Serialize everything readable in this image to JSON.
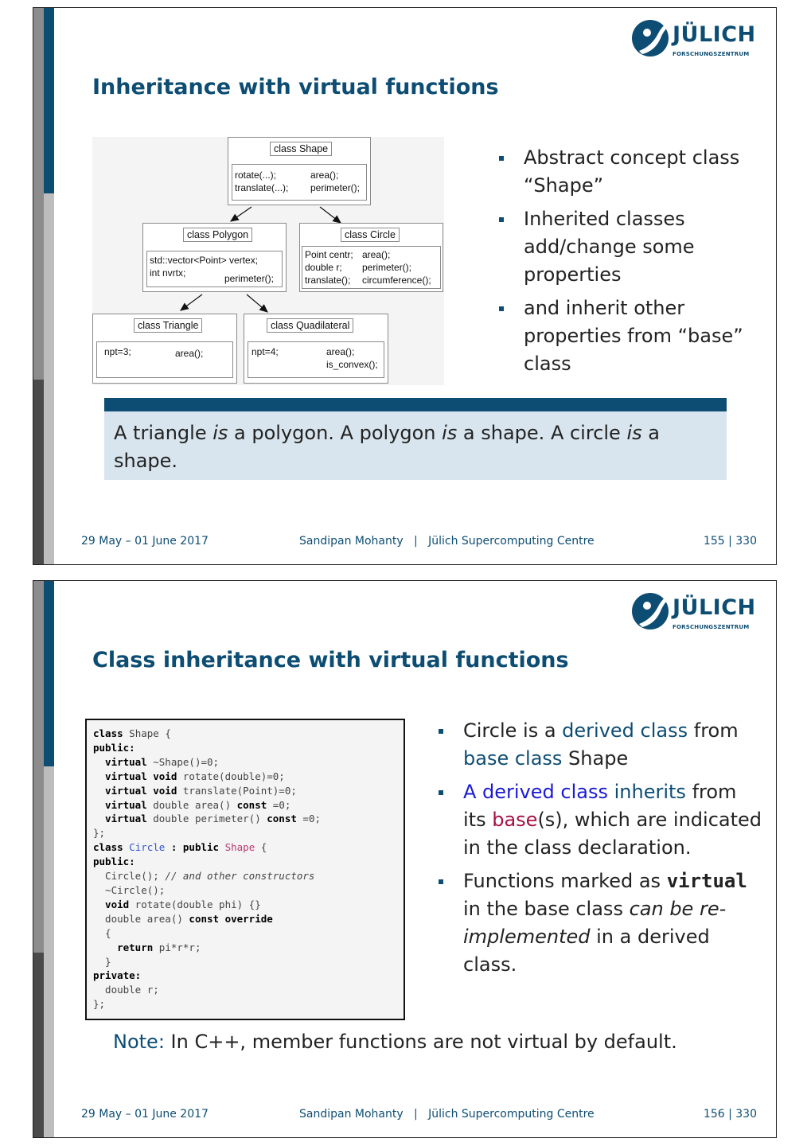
{
  "logo": {
    "word": "JÜLICH",
    "sub": "FORSCHUNGSZENTRUM"
  },
  "slide1": {
    "title": "Inheritance with virtual functions",
    "diagram": {
      "shape": {
        "name": "class Shape",
        "l1": "rotate(...);",
        "l2": "translate(...);",
        "r1": "area();",
        "r2": "perimeter();"
      },
      "polygon": {
        "name": "class Polygon",
        "l1": "std::vector<Point> vertex;",
        "l2": "int nvrtx;",
        "r1": "perimeter();"
      },
      "circle": {
        "name": "class Circle",
        "l1": "Point centr;",
        "l2": "double r;",
        "l3": "translate();",
        "r1": "area();",
        "r2": "perimeter();",
        "r3": "circumference();"
      },
      "triangle": {
        "name": "class Triangle",
        "l1": "npt=3;",
        "r1": "area();"
      },
      "quad": {
        "name": "class Quadilateral",
        "l1": "npt=4;",
        "r1": "area();",
        "r2": "is_convex();"
      }
    },
    "bullets": [
      "Abstract concept class “Shape”",
      "Inherited classes add/change some properties",
      "and inherit other properties from “base” class"
    ],
    "block": {
      "t1": "A triangle ",
      "e1": "is",
      "t2": " a polygon.  A polygon ",
      "e2": "is",
      "t3": " a shape.  A circle ",
      "e3": "is",
      "t4": " a shape."
    },
    "footer": {
      "date": "29 May – 01 June 2017",
      "author": "Sandipan Mohanty",
      "sep": "|",
      "org": "Jülich Supercomputing Centre",
      "page": "155",
      "pagesep": "|",
      "total": "330"
    }
  },
  "slide2": {
    "title": "Class inheritance with virtual functions",
    "code": {
      "l1a": "class",
      "l1b": " Shape {",
      "l2": "public:",
      "l3a": "  virtual",
      "l3b": " ~Shape()=0;",
      "l4a": "  virtual void",
      "l4b": " rotate(double)=0;",
      "l5a": "  virtual void",
      "l5b": " translate(Point)=0;",
      "l6a": "  virtual",
      "l6b": " double area() ",
      "l6c": "const",
      "l6d": " =0;",
      "l7a": "  virtual",
      "l7b": " double perimeter() ",
      "l7c": "const",
      "l7d": " =0;",
      "l8": "};",
      "l9a": "class",
      "l9b": " Circle",
      "l9c": " : public",
      "l9d": " Shape",
      "l9e": " {",
      "l10": "public:",
      "l11a": "  Circle(); ",
      "l11b": "// and other constructors",
      "l12": "  ~Circle();",
      "l13a": "  void",
      "l13b": " rotate(double phi) {}",
      "l14a": "  double area() ",
      "l14b": "const override",
      "l15": "  {",
      "l16a": "    return",
      "l16b": " pi*r*r;",
      "l17": "  }",
      "l18": "private:",
      "l19": "  double r;",
      "l20": "};"
    },
    "bullets": {
      "b1": {
        "t1": "Circle is a ",
        "h1": "derived class",
        "t2": " from ",
        "h2": "base class",
        "t3": " Shape"
      },
      "b2": {
        "h1": "A derived class",
        "h2": " inherits",
        "t1": " from its ",
        "h3": "base",
        "t2": "(s), which are indicated in the class declaration."
      },
      "b3": {
        "t1": "Functions marked as ",
        "m1": "virtual",
        "t2": " in the base class ",
        "e1": "can be re-implemented",
        "t3": " in a derived class."
      }
    },
    "note": {
      "label": "Note:",
      "text": " In C++, member functions are not virtual by default."
    },
    "footer": {
      "date": "29 May – 01 June 2017",
      "author": "Sandipan Mohanty",
      "sep": "|",
      "org": "Jülich Supercomputing Centre",
      "page": "156",
      "pagesep": "|",
      "total": "330"
    }
  },
  "colors": {
    "brand": "#0d4d73",
    "block_bg": "#d8e5ee",
    "derived": "#1a1ad6",
    "base": "#a51045"
  }
}
